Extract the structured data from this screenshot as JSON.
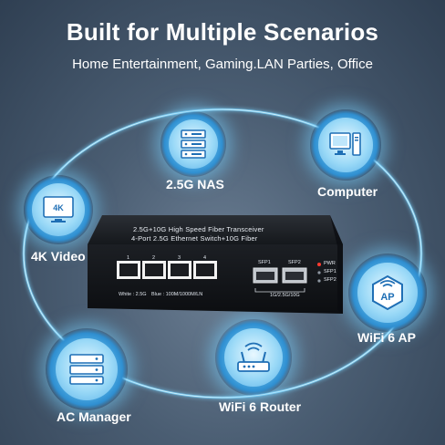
{
  "header": {
    "title": "Built for Multiple Scenarios",
    "subtitle": "Home Entertainment, Gaming.LAN Parties, Office"
  },
  "nodes": {
    "nas": "2.5G NAS",
    "computer": "Computer",
    "video": "4K Video",
    "video_icon": "4K",
    "wifi_ap": "WiFi 6 AP",
    "ap_icon": "AP",
    "ac_manager": "AC Manager",
    "router": "WiFi 6 Router"
  },
  "device": {
    "line1": "2.5G+10G High Speed Fiber Transceiver",
    "line2": "4-Port 2.5G Ethernet Switch+10G Fiber",
    "ports": [
      "1",
      "2",
      "3",
      "4"
    ],
    "sfp1": "SFP1",
    "sfp2": "SFP2",
    "leds": [
      "PWR",
      "SFP1",
      "SFP2"
    ],
    "sfp_speed": "1G/2.5G/10G",
    "legend_white": "White : 2.5G",
    "legend_blue": "Blue : 100M/1000M/LN"
  },
  "icons": {
    "nas": "server-stack-icon",
    "computer": "desktop-computer-icon",
    "video": "monitor-4k-icon",
    "ap": "access-point-icon",
    "ac": "rack-server-icon",
    "router": "wifi-router-icon"
  },
  "colors": {
    "glow": "#6bc6f3",
    "background": "#4a5d72",
    "led_red": "#ff3b30"
  }
}
